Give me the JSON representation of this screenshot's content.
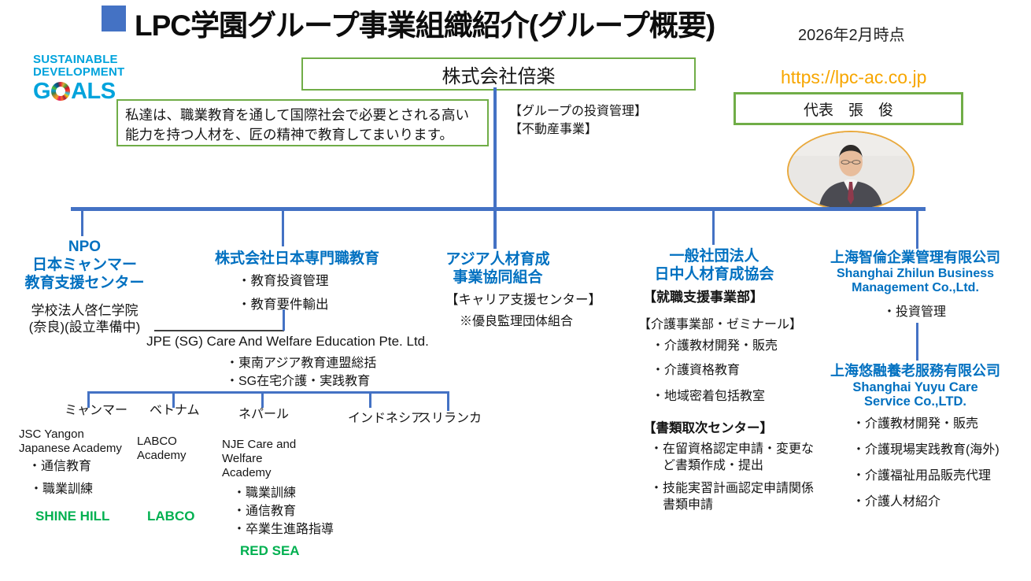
{
  "colors": {
    "org_blue": "#0070C0",
    "connector_blue": "#4472C4",
    "box_green": "#70AD47",
    "partner_green": "#00B050",
    "url_orange": "#F7A600",
    "sdg_blue": "#00A3DC",
    "title_square_blue": "#4472C4"
  },
  "header": {
    "title": "LPC学園グループ事業組織紹介(グループ概要)",
    "as_of": "2026年2月時点"
  },
  "sdg": {
    "line1": "SUSTAINABLE",
    "line2": "DEVELOPMENT",
    "goals_g": "G",
    "goals_rest": "ALS"
  },
  "holding": {
    "name": "株式会社倍楽",
    "role1": "【グループの投資管理】",
    "role2": "【不動産事業】",
    "mission": "私達は、職業教育を通して国際社会で必要とされる高い能力を持つ人材を、匠の精神で教育してまいります。",
    "url": "https://lpc-ac.co.jp",
    "ceo": "代表　張　俊"
  },
  "npo": {
    "line1": "NPO",
    "line2": "日本ミャンマー",
    "line3": "教育支援センター",
    "school1": "学校法人啓仁学院",
    "school2": "(奈良)(設立準備中)"
  },
  "jpe_parent": {
    "name": "株式会社日本専門職教育",
    "bullet1": "・教育投資管理",
    "bullet2": "・教育要件輸出"
  },
  "jpe": {
    "name": "JPE (SG) Care And Welfare Education Pte. Ltd.",
    "bullet1": "・東南アジア教育連盟総括",
    "bullet2": "・SG在宅介護・実践教育"
  },
  "asia_coop": {
    "line1": "アジア人材育成",
    "line2": "事業協同組合",
    "item1": "【キャリア支援センター】",
    "item2": "※優良監理団体組合"
  },
  "jc_assoc": {
    "line1": "一般社団法人",
    "line2": "日中人材育成協会",
    "dept1": "【就職支援事業部】",
    "dept2": "【介護事業部・ゼミナール】",
    "dept2_bullets": [
      "・介護教材開発・販売",
      "・介護資格教育",
      "・地域密着包括教室"
    ],
    "dept3": "【書類取次センター】",
    "dept3_bullets": [
      "・在留資格認定申請・変更など書類作成・提出",
      "・技能実習計画認定申請関係書類申請"
    ]
  },
  "zhilun": {
    "name": "上海智倫企業管理有限公司",
    "en1": "Shanghai Zhilun Business",
    "en2": "Management Co.,Ltd.",
    "bullet1": "・投資管理"
  },
  "yuyu": {
    "name": "上海悠融養老服務有限公司",
    "en1": "Shanghai Yuyu Care",
    "en2": "Service Co.,LTD.",
    "bullets": [
      "・介護教材開発・販売",
      "・介護現場実践教育(海外)",
      "・介護福祉用品販売代理",
      "・介護人材紹介"
    ]
  },
  "countries": {
    "myanmar": {
      "label": "ミャンマー",
      "school1": "JSC Yangon",
      "school2": "Japanese Academy",
      "bullet1": "・通信教育",
      "bullet2": "・職業訓練",
      "partner": "SHINE HILL"
    },
    "vietnam": {
      "label": "ベトナム",
      "school1": "LABCO",
      "school2": "Academy",
      "partner": "LABCO"
    },
    "nepal": {
      "label": "ネパール",
      "school1": "NJE Care and",
      "school2": "Welfare",
      "school3": "Academy",
      "bullet1": "・職業訓練",
      "bullet2": "・通信教育",
      "bullet3": "・卒業生進路指導",
      "partner": "RED SEA"
    },
    "indonesia": {
      "label": "インドネシア"
    },
    "srilanka": {
      "label": "スリランカ"
    }
  }
}
